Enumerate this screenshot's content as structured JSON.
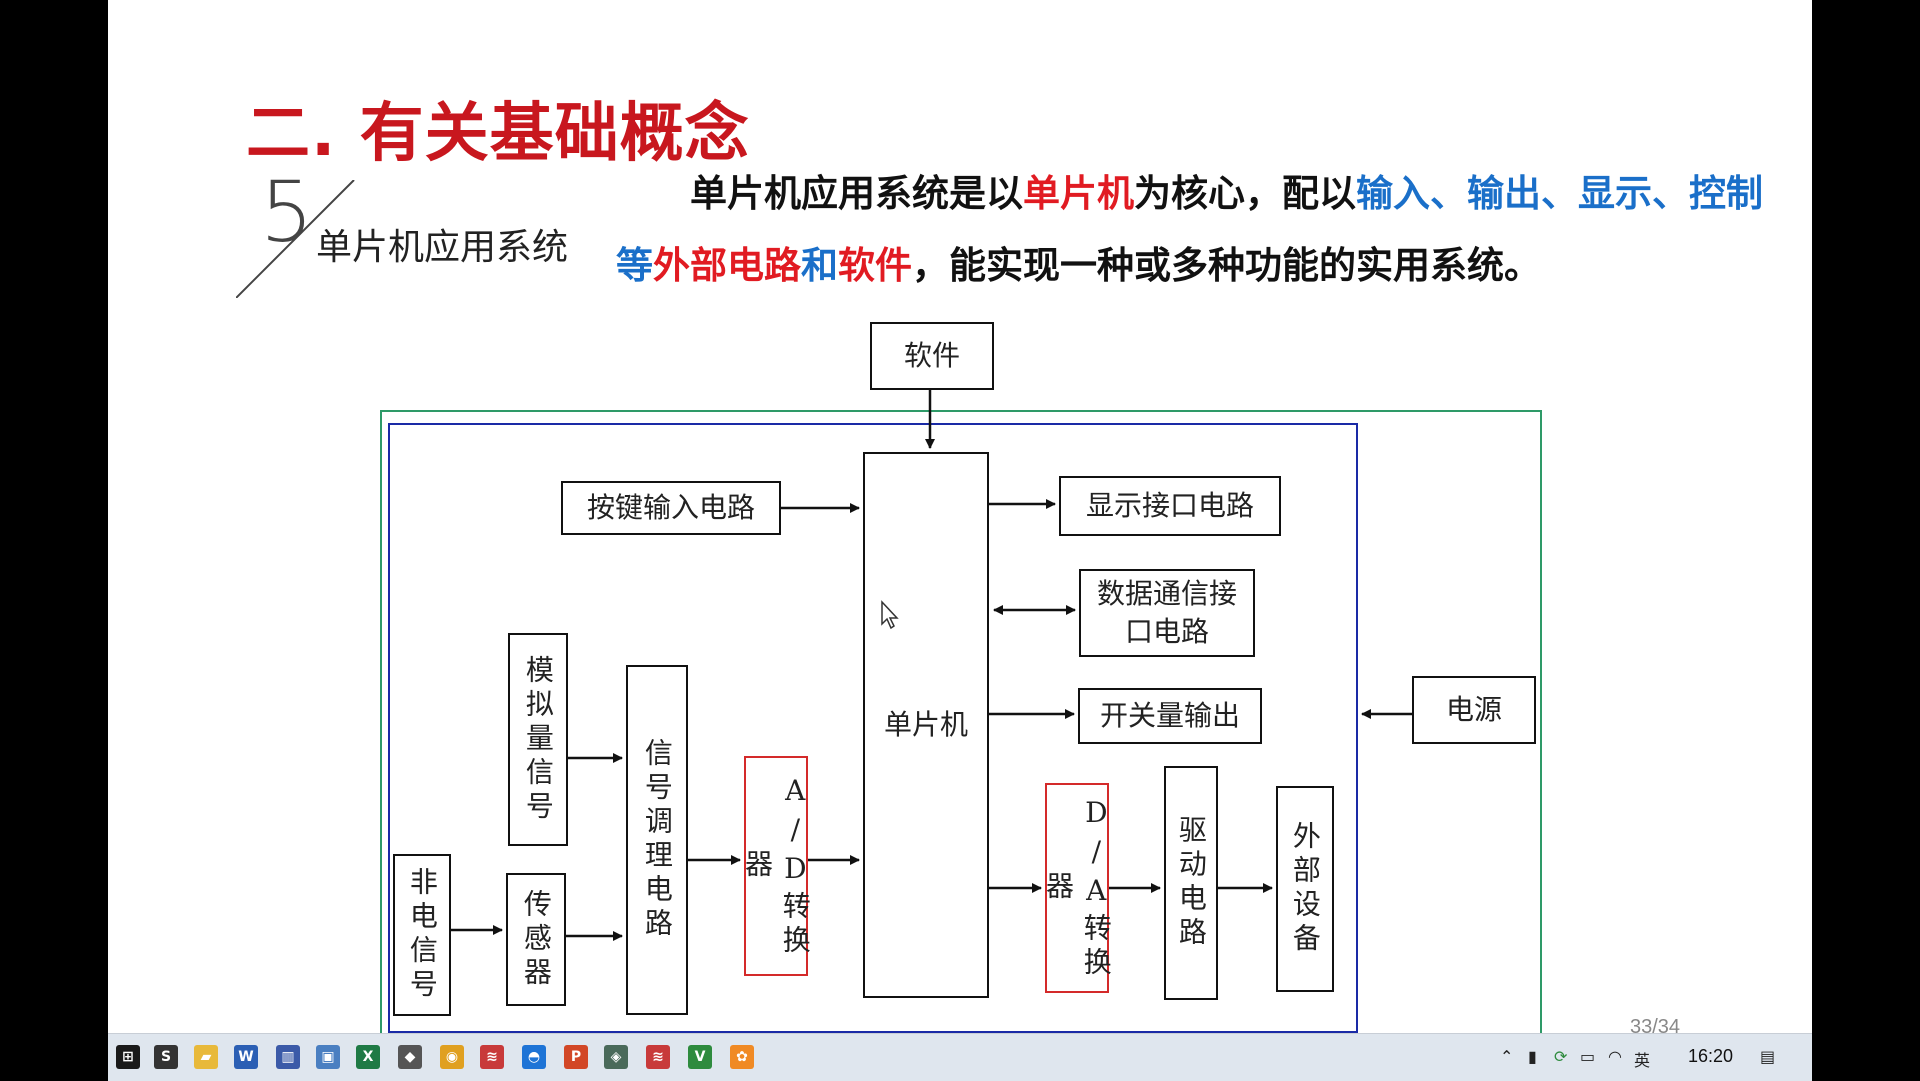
{
  "slide": {
    "title": "二. 有关基础概念",
    "section_number": "5",
    "section_label": "单片机应用系统",
    "desc_line1": [
      {
        "text": "单片机应用系统是以",
        "color": "black"
      },
      {
        "text": "单片机",
        "color": "red"
      },
      {
        "text": "为核心，配以",
        "color": "black"
      },
      {
        "text": "输入、输出、显示、控制",
        "color": "blue"
      }
    ],
    "desc_line2": [
      {
        "text": "等",
        "color": "blue"
      },
      {
        "text": "外部电路",
        "color": "red"
      },
      {
        "text": "和",
        "color": "blue"
      },
      {
        "text": "软件",
        "color": "red"
      },
      {
        "text": "，能实现一种或多种功能的实用系统。",
        "color": "black"
      }
    ],
    "page_number": "33/34"
  },
  "diagram": {
    "software": "软件",
    "key_input": "按键输入电路",
    "display_interface": "显示接口电路",
    "data_comm": "数据通信接口电路",
    "mcu": "单片机",
    "switch_output": "开关量输出",
    "power": "电源",
    "analog_signal": "模拟量信号",
    "signal_conditioning": "信号调理电路",
    "ad_converter": "A/D转换器",
    "da_converter": "D/A转换器",
    "drive_circuit": "驱动电路",
    "external_device": "外部设备",
    "non_electric": "非电信号",
    "sensor": "传感器"
  },
  "taskbar": {
    "clock": "16:20",
    "ime": "英",
    "apps": [
      {
        "name": "windows-start-icon",
        "color": "#1a1a1a",
        "glyph": "⊞"
      },
      {
        "name": "search-app-icon",
        "color": "#333333",
        "glyph": "S"
      },
      {
        "name": "file-explorer-icon",
        "color": "#e8b93a",
        "glyph": "▰"
      },
      {
        "name": "word-icon",
        "color": "#2b5fb4",
        "glyph": "W"
      },
      {
        "name": "building-app-icon",
        "color": "#3b5aa8",
        "glyph": "▥"
      },
      {
        "name": "window-app-icon",
        "color": "#4a7fc1",
        "glyph": "▣"
      },
      {
        "name": "excel-icon",
        "color": "#1f7a45",
        "glyph": "X"
      },
      {
        "name": "book-app-icon",
        "color": "#555555",
        "glyph": "◆"
      },
      {
        "name": "chrome-icon",
        "color": "#e0a020",
        "glyph": "◉"
      },
      {
        "name": "signal-app-icon",
        "color": "#c83a3a",
        "glyph": "≋"
      },
      {
        "name": "meeting-app-icon",
        "color": "#1e74d6",
        "glyph": "◓"
      },
      {
        "name": "powerpoint-icon",
        "color": "#d24726",
        "glyph": "P"
      },
      {
        "name": "tool-app-icon",
        "color": "#4a6a5a",
        "glyph": "◈"
      },
      {
        "name": "signal2-app-icon",
        "color": "#c83a3a",
        "glyph": "≋"
      },
      {
        "name": "green-app-icon",
        "color": "#2e8b3e",
        "glyph": "V"
      },
      {
        "name": "orange-app-icon",
        "color": "#f08a24",
        "glyph": "✿"
      }
    ]
  }
}
